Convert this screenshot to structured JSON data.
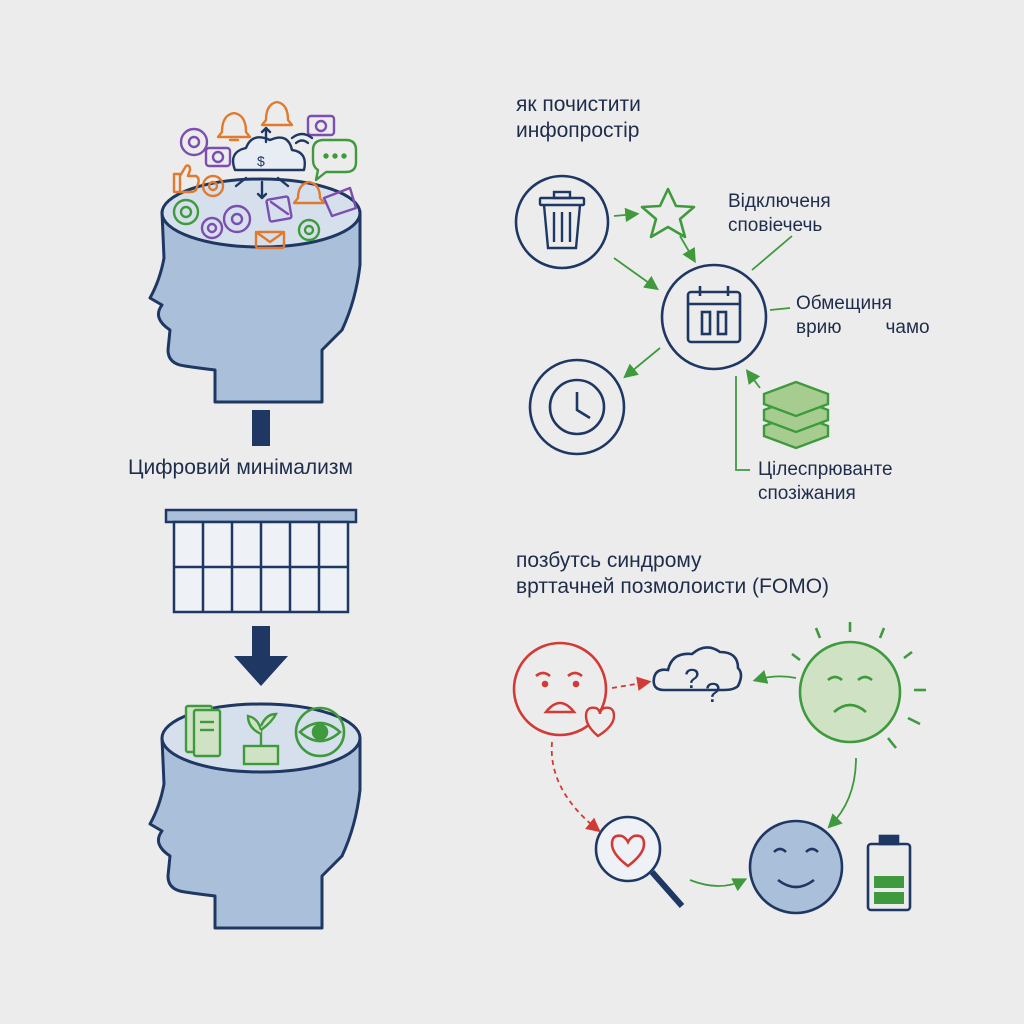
{
  "left": {
    "title": "Цифровий минімализм"
  },
  "section1": {
    "heading_line1": "як почистити",
    "heading_line2": "инфопростір",
    "label_notifications_line1": "Відключеня",
    "label_notifications_line2": "сповіечечь",
    "label_time_line1": "Обмещиня",
    "label_time_line2a": "врию",
    "label_time_line2b": "чамо",
    "label_consumption_line1": "Цілеспрюванте",
    "label_consumption_line2": "спозіжания"
  },
  "section2": {
    "heading_line1": "позбутсь синдрому",
    "heading_line2": "врттачней позмолоисти (FOMO)"
  },
  "colors": {
    "background": "#ececed",
    "navy": "#1f3763",
    "head_fill": "#aac0da",
    "green": "#3f9a3e",
    "red": "#d23a35",
    "orange": "#e07a2e",
    "purple": "#7b4fb0"
  }
}
